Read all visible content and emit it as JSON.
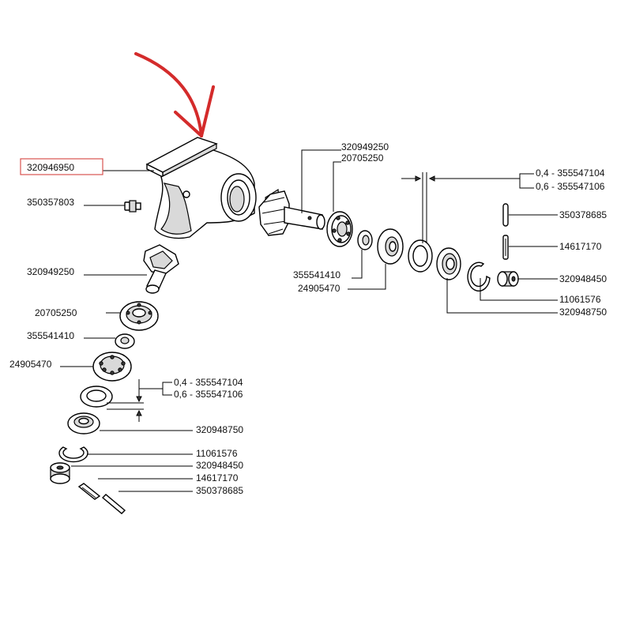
{
  "highlight": {
    "part_number": "320946950",
    "box_color": "#d9534f",
    "arrow_color": "#d42b2b"
  },
  "labels": {
    "housing_grease_nipple": "350357803",
    "shaft_pinion_horizontal": "320949250",
    "bearing_horizontal_1": "20705250",
    "shim_04_horizontal": "0,4 - 355547104",
    "shim_06_horizontal": "0,6 - 355547106",
    "pin_horizontal_1": "350378685",
    "pin_horizontal_2": "14617170",
    "bush_horizontal": "320948450",
    "circlip_horizontal": "11061576",
    "seal_horizontal": "320948750",
    "spacer_horizontal": "355541410",
    "bearing_horizontal_2": "24905470",
    "shaft_pinion_vertical": "320949250",
    "bearing_vertical_1": "20705250",
    "spacer_vertical": "355541410",
    "bearing_vertical_2": "24905470",
    "shim_04_vertical": "0,4 - 355547104",
    "shim_06_vertical": "0,6 - 355547106",
    "seal_vertical": "320948750",
    "circlip_vertical": "11061576",
    "bush_vertical": "320948450",
    "pin_vertical_1": "14617170",
    "pin_vertical_2": "350378685"
  }
}
